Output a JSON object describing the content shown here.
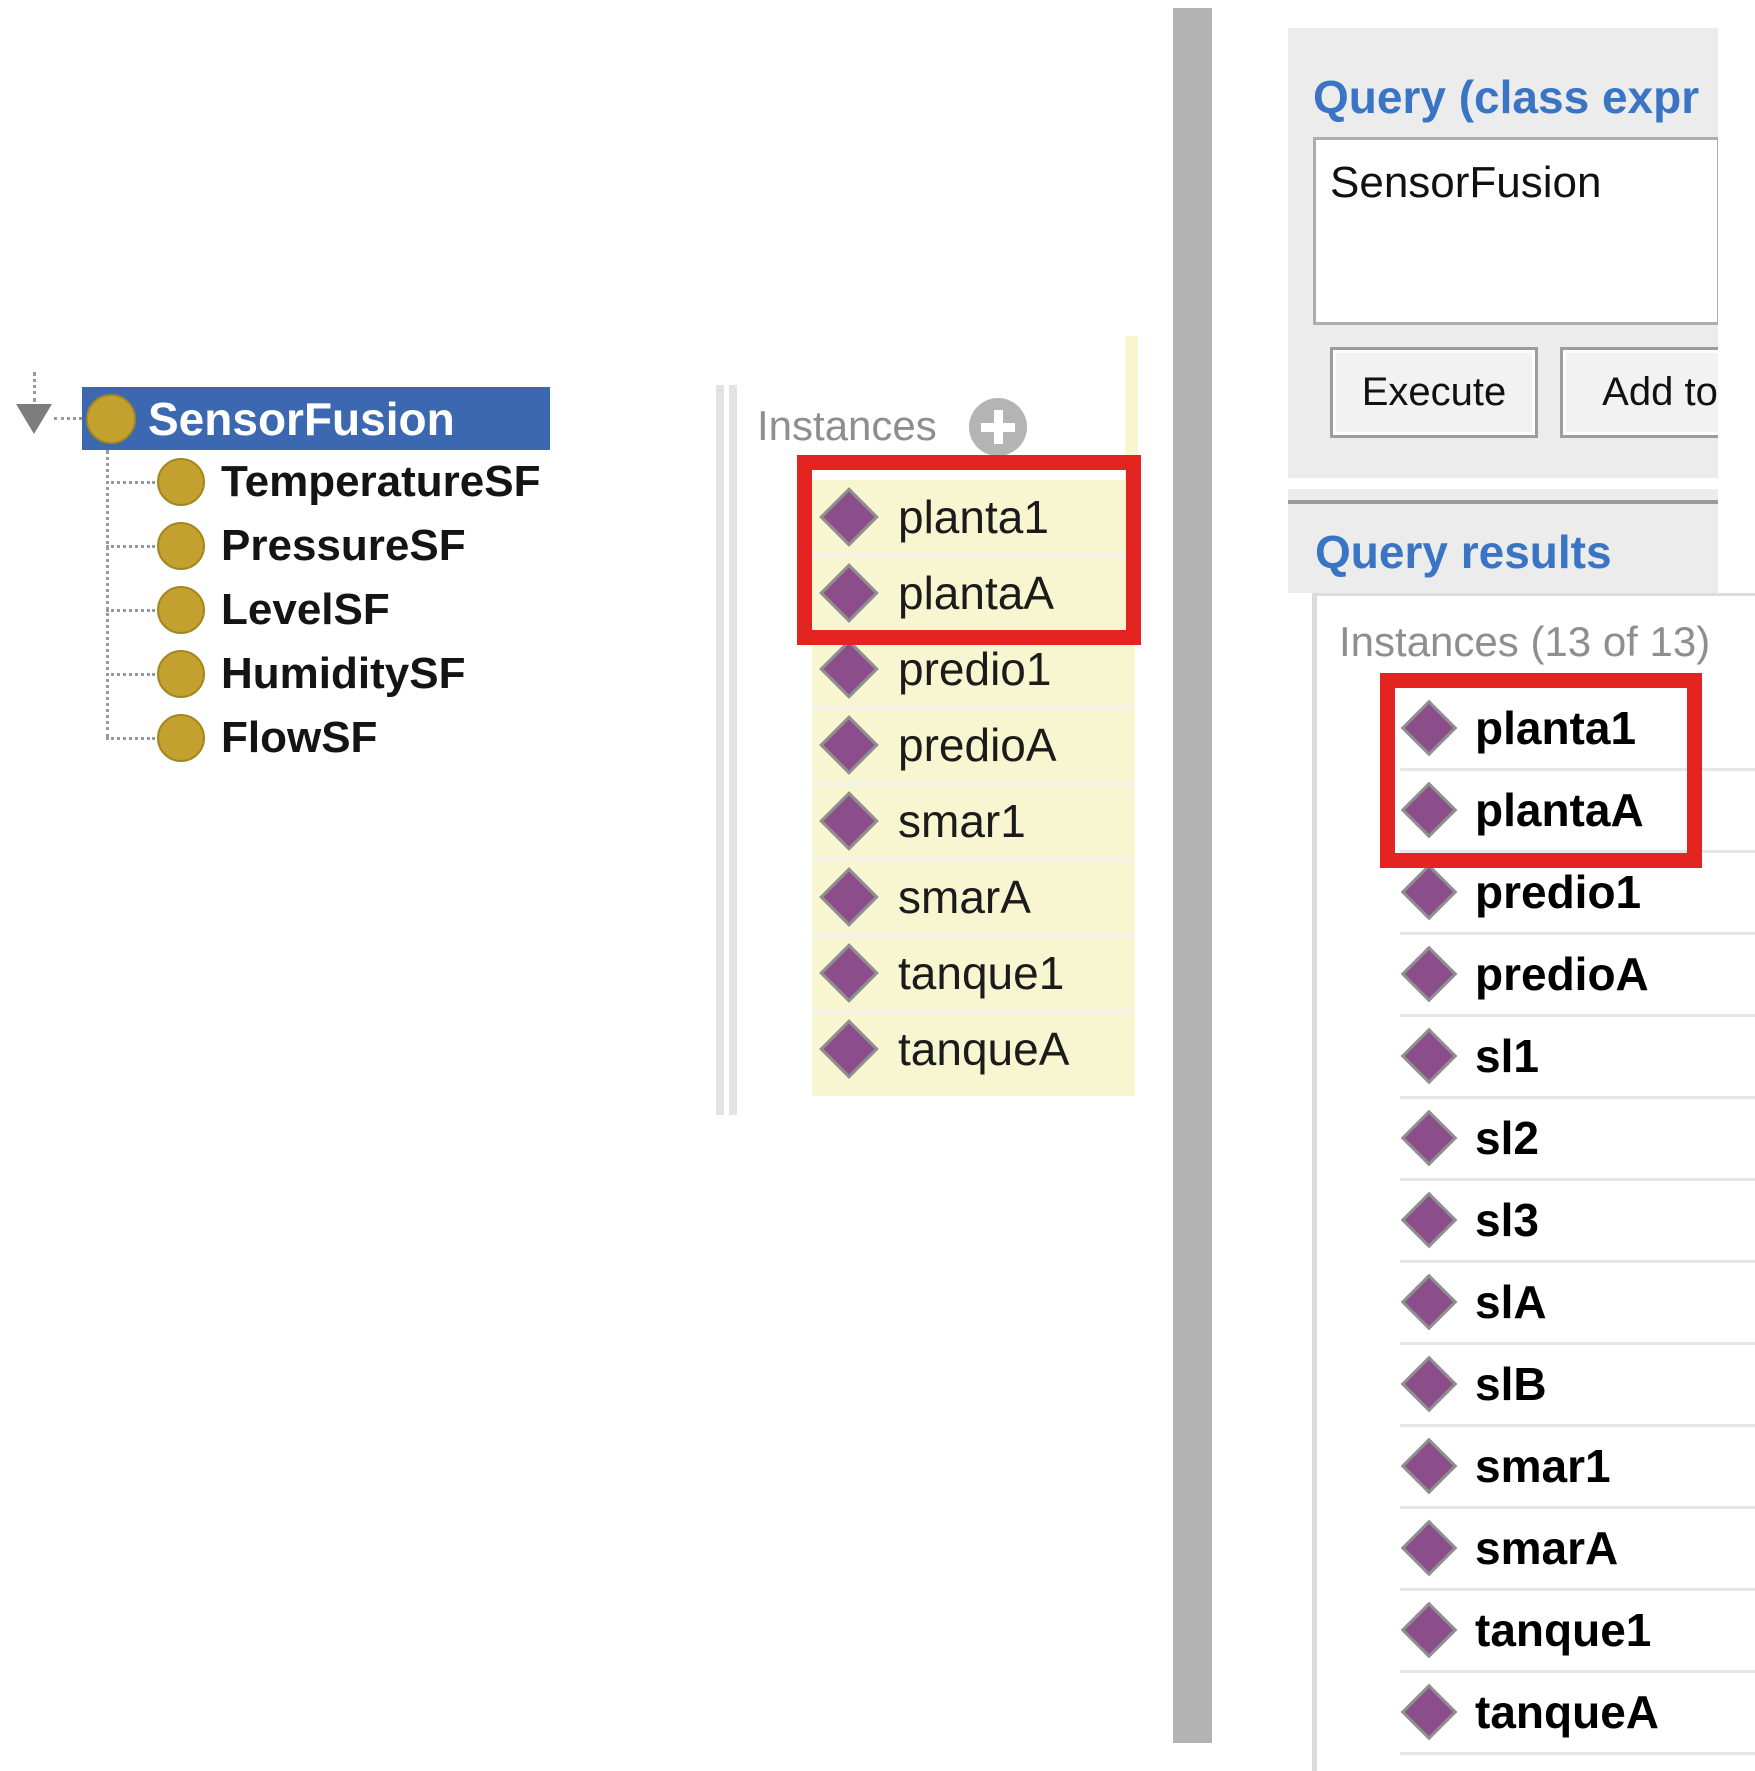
{
  "class_hierarchy": {
    "root": "SensorFusion",
    "root_selected": true,
    "children": [
      "TemperatureSF",
      "PressureSF",
      "LevelSF",
      "HumiditySF",
      "FlowSF"
    ]
  },
  "instances_panel": {
    "header": "Instances",
    "add_button_icon": "plus-icon",
    "items": [
      "planta1",
      "plantaA",
      "predio1",
      "predioA",
      "smar1",
      "smarA",
      "tanque1",
      "tanqueA"
    ],
    "highlighted_items": [
      "planta1",
      "plantaA"
    ]
  },
  "query_panel": {
    "header": "Query (class expr",
    "expression": "SensorFusion",
    "execute_button": "Execute",
    "add_to_button": "Add to"
  },
  "query_results_panel": {
    "header": "Query results",
    "instances_count": "Instances (13 of 13)",
    "items": [
      "planta1",
      "plantaA",
      "predio1",
      "predioA",
      "sl1",
      "sl2",
      "sl3",
      "slA",
      "slB",
      "smar1",
      "smarA",
      "tanque1",
      "tanqueA"
    ],
    "highlighted_items": [
      "planta1",
      "plantaA"
    ]
  },
  "colors": {
    "selection_blue": "#3b68b0",
    "header_blue": "#3a74c4",
    "class_icon_gold": "#c4a12e",
    "individual_icon_purple": "#8c4d8b",
    "instances_bg_yellow": "#f7f6d0",
    "highlight_red": "#e32420",
    "panel_gray": "#ececec",
    "divider_gray": "#b3b3b3"
  }
}
